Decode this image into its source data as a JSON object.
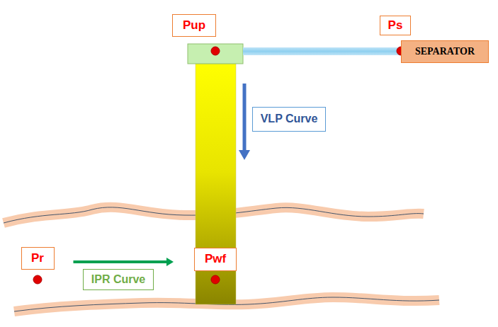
{
  "diagram": {
    "nodes": [
      {
        "text": [
          "Pup"
        ]
      },
      {
        "text": [
          "Ps"
        ]
      },
      {
        "text": [
          "SEPARATOR"
        ]
      },
      {
        "text": [
          "VLP Curve"
        ]
      },
      {
        "text": [
          "Pr"
        ]
      },
      {
        "text": [
          "Pwf"
        ]
      },
      {
        "text": [
          "IPR Curve"
        ]
      }
    ],
    "edges": [
      {
        "from": 4,
        "to": 5,
        "arrow": "to"
      }
    ]
  }
}
